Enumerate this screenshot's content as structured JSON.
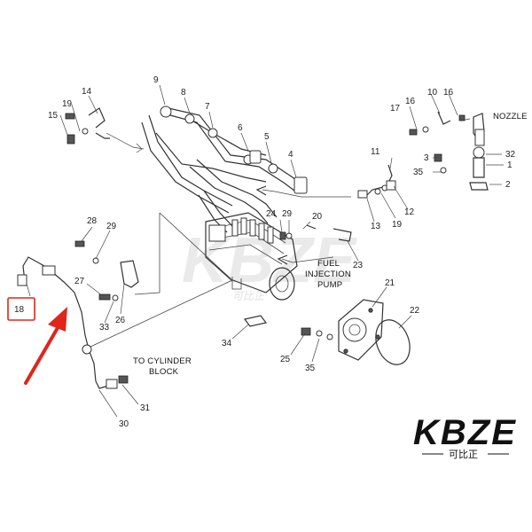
{
  "labels": {
    "fuel_pump": [
      "FUEL",
      "INJECTION",
      "PUMP"
    ],
    "to_cylinder": [
      "TO CYLINDER",
      "BLOCK"
    ],
    "nozzle": "NOZZLE"
  },
  "callouts": {
    "n1": "1",
    "n2": "2",
    "n3": "3",
    "n4": "4",
    "n5": "5",
    "n6": "6",
    "n7": "7",
    "n8": "8",
    "n9": "9",
    "n10": "10",
    "n11": "11",
    "n12": "12",
    "n13": "13",
    "n14": "14",
    "n15": "15",
    "n16": "16",
    "n17": "17",
    "n18": "18",
    "n19a": "19",
    "n19b": "19",
    "n20": "20",
    "n21": "21",
    "n22": "22",
    "n23": "23",
    "n24": "24",
    "n25": "25",
    "n26": "26",
    "n27": "27",
    "n28": "28",
    "n29a": "29",
    "n29b": "29",
    "n30": "30",
    "n31": "31",
    "n32": "32",
    "n33": "33",
    "n34": "34",
    "n35a": "35",
    "n35b": "35",
    "n16b": "16"
  },
  "highlight": {
    "part": "18",
    "color": "#e0251b"
  },
  "logo": {
    "text": "KBZE",
    "subtitle": "可比正",
    "color": "#111111"
  },
  "watermark": {
    "text": "KBZE"
  }
}
